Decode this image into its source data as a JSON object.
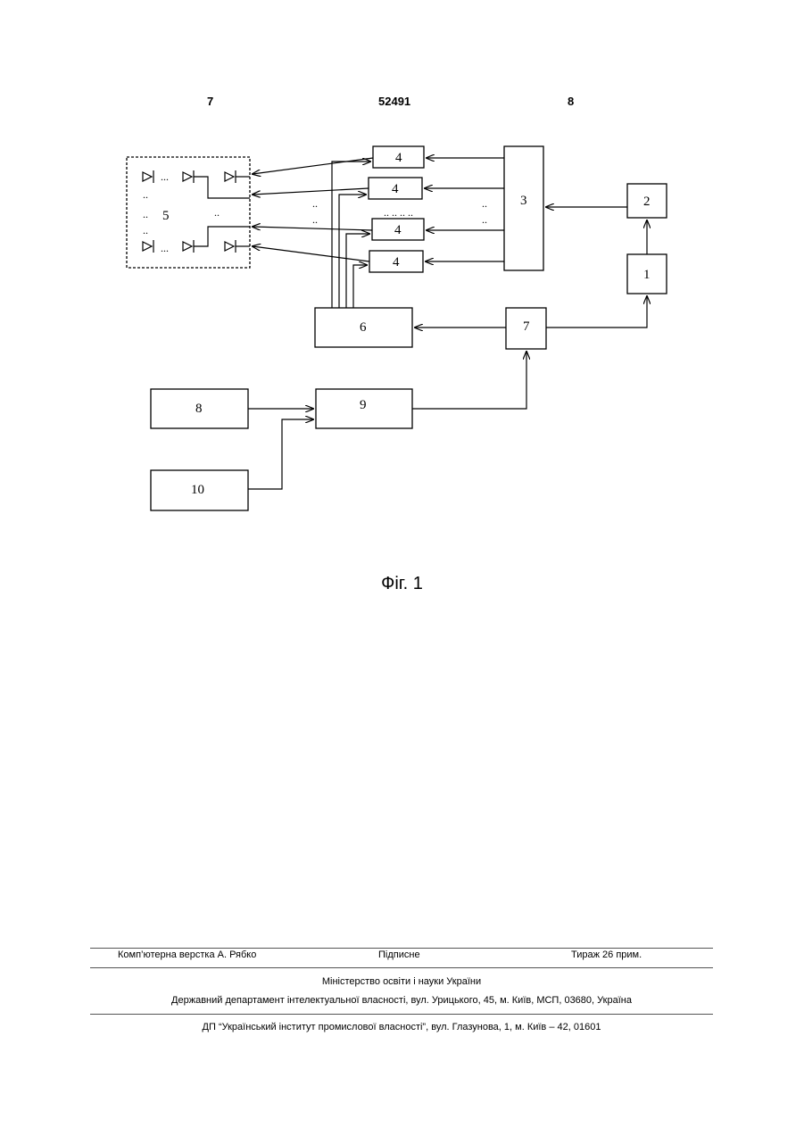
{
  "header": {
    "page_left": "7",
    "patent_number": "52491",
    "page_right": "8"
  },
  "diagram": {
    "blocks": {
      "b1": "1",
      "b2": "2",
      "b3": "3",
      "b4a": "4",
      "b4b": "4",
      "b4c": "4",
      "b4d": "4",
      "b5": "5",
      "b6": "6",
      "b7": "7",
      "b8": "8",
      "b9": "9",
      "b10": "10"
    }
  },
  "figure_caption": "Фіг. 1",
  "footer": {
    "typesetting": "Комп’ютерна верстка А. Рябко",
    "signed": "Підписне",
    "circulation": "Тираж 26 прим.",
    "ministry": "Міністерство освіти і науки України",
    "department": "Державний департамент інтелектуальної власності, вул. Урицького, 45, м. Київ, МСП, 03680, Україна",
    "institute": "ДП “Український інститут промислової власності”, вул. Глазунова, 1, м. Київ – 42, 01601"
  }
}
